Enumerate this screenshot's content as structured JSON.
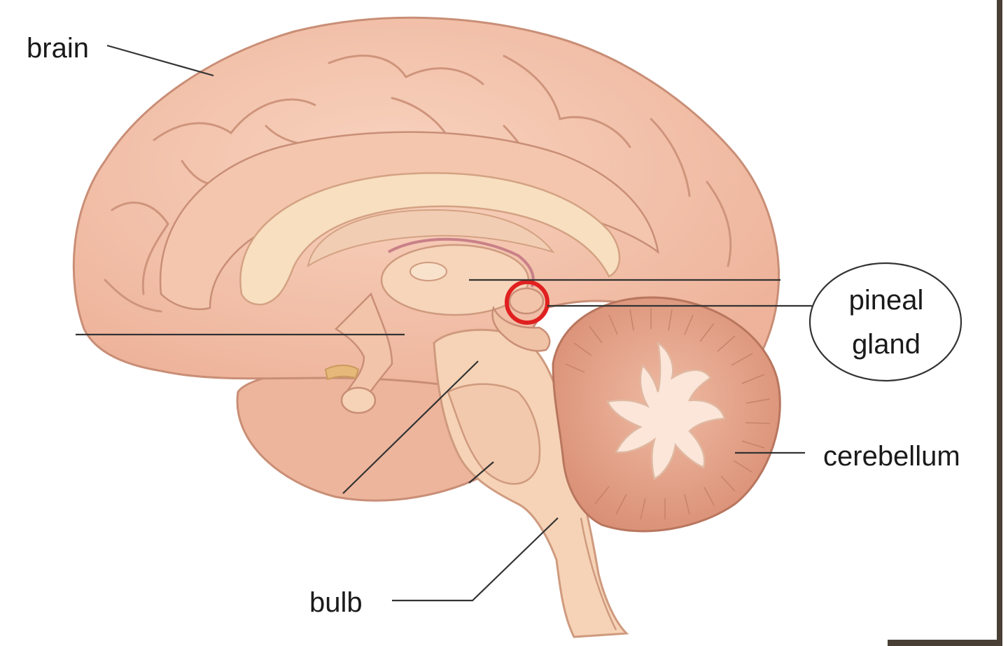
{
  "labels": {
    "brain": "brain",
    "pineal_line1": "pineal",
    "pineal_line2": "gland",
    "cerebellum": "cerebellum",
    "bulb": "bulb"
  },
  "colors": {
    "cortex": "#f2c1a8",
    "cortex_stroke": "#c98e76",
    "inner": "#f5d6bd",
    "callosum": "#f7dfc0",
    "brainstem": "#f6d3b6",
    "cerebellum": "#e8a98f",
    "arbor": "#fbe6d9",
    "highlight": "#e02020",
    "line": "#333333",
    "frame": "#4a3f35"
  }
}
